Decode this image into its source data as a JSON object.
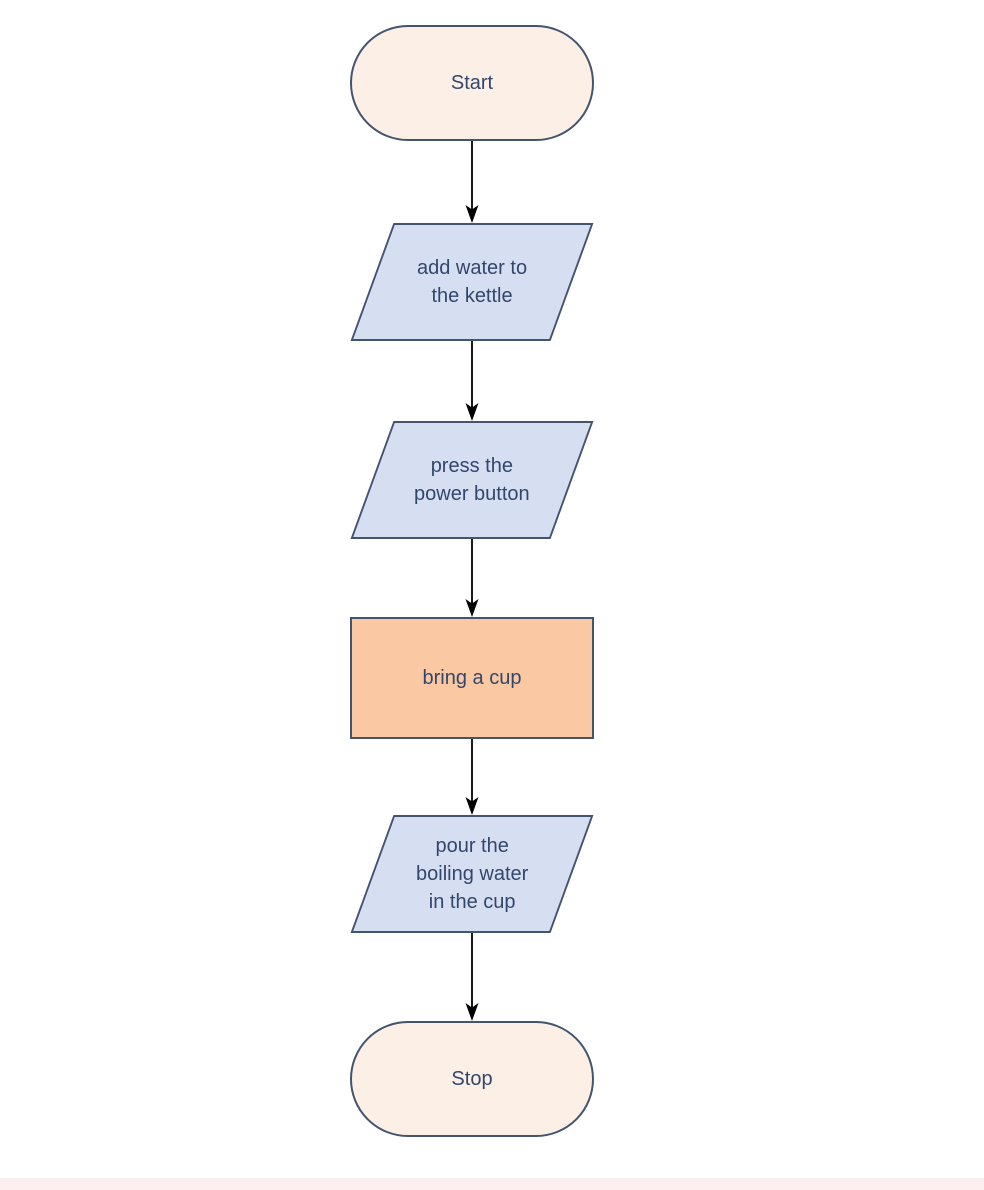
{
  "diagram": {
    "type": "flowchart",
    "direction": "top-down",
    "nodes": [
      {
        "id": "start",
        "shape": "terminator",
        "label": "Start"
      },
      {
        "id": "add-water",
        "shape": "parallelogram",
        "label": "add water to\nthe kettle"
      },
      {
        "id": "press-power",
        "shape": "parallelogram",
        "label": "press the\npower button"
      },
      {
        "id": "bring-cup",
        "shape": "rectangle",
        "label": "bring a cup"
      },
      {
        "id": "pour-water",
        "shape": "parallelogram",
        "label": "pour the\nboiling water\nin the cup"
      },
      {
        "id": "stop",
        "shape": "terminator",
        "label": "Stop"
      }
    ],
    "edges": [
      {
        "from": "start",
        "to": "add-water"
      },
      {
        "from": "add-water",
        "to": "press-power"
      },
      {
        "from": "press-power",
        "to": "bring-cup"
      },
      {
        "from": "bring-cup",
        "to": "pour-water"
      },
      {
        "from": "pour-water",
        "to": "stop"
      }
    ],
    "colors": {
      "terminator_fill": "#fcefe6",
      "parallelogram_fill": "#d6def2",
      "rectangle_fill": "#fac8a2",
      "node_border": "#44546f",
      "node_text": "#33466b",
      "arrow": "#000000",
      "footer_strip": "#fdeef0"
    }
  }
}
